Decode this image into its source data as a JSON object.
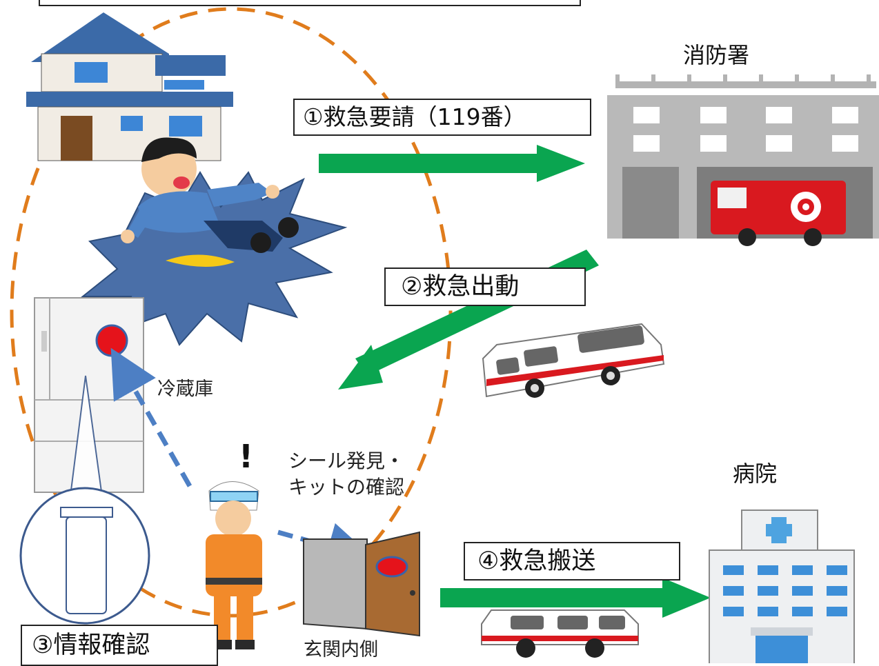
{
  "labels": {
    "fire_station": "消防署",
    "refrigerator": "冷蔵庫",
    "seal_found_line1": "シール発見・",
    "seal_found_line2": "キットの確認",
    "hospital": "病院",
    "entrance_inside": "玄関内側",
    "exclamation": "!"
  },
  "steps": {
    "step1": "①救急要請（119番）",
    "step2": "②救急出動",
    "step3": "③情報確認",
    "step4": "④救急搬送"
  },
  "colors": {
    "arrow_green": "#0aa550",
    "dashed_orange": "#e07c1c",
    "dashed_blue": "#4d7fc4",
    "sticker_red": "#e5131b",
    "fire_red": "#d9191f",
    "building_gray": "#b3b3b3"
  },
  "icons": [
    "house-icon",
    "fallen-man-icon",
    "fire-station-icon",
    "ambulance-icon",
    "refrigerator-icon",
    "medical-kit-tube-icon",
    "rescuer-icon",
    "door-icon",
    "hospital-icon"
  ]
}
